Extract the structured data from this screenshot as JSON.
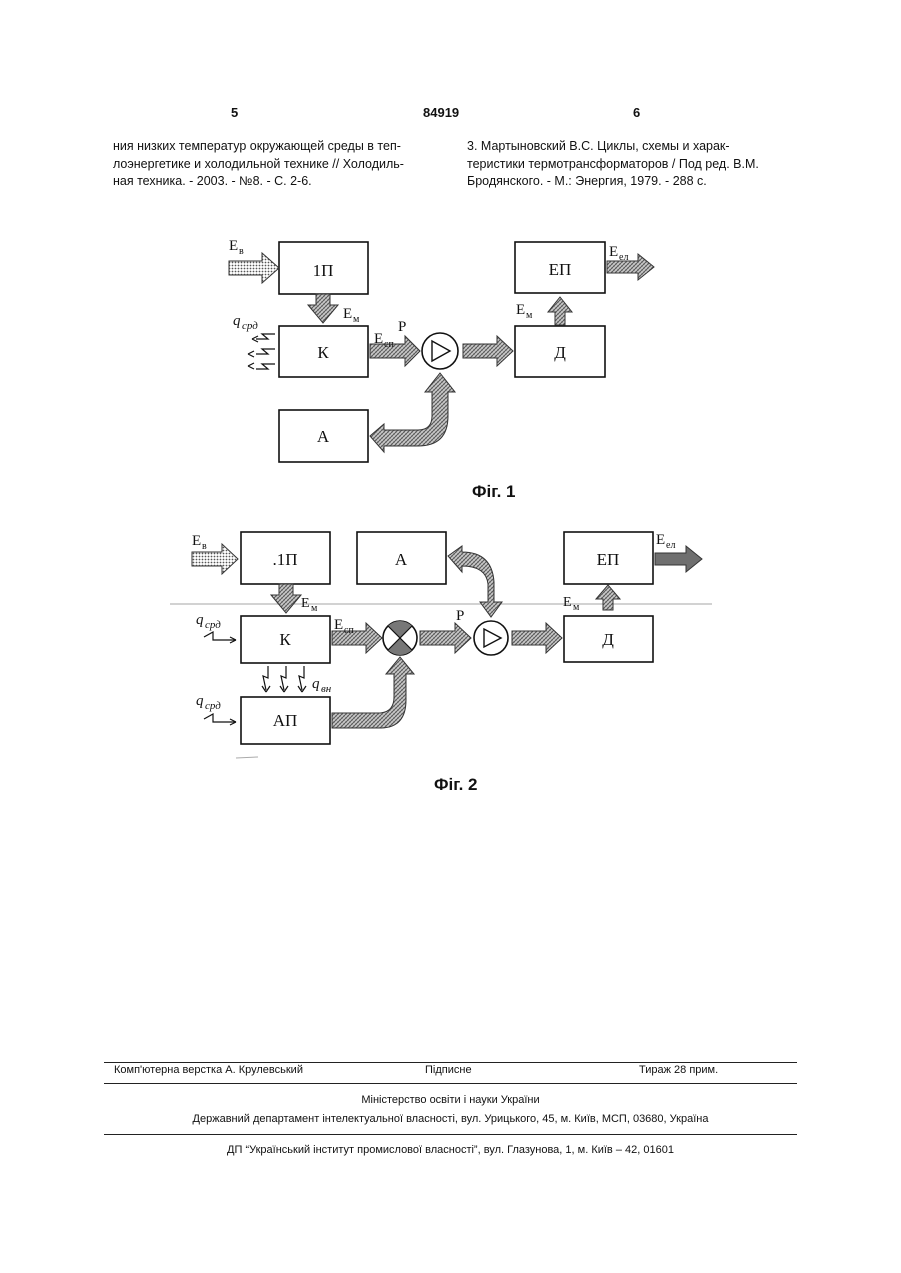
{
  "header": {
    "page_left": "5",
    "patent_number": "84919",
    "page_right": "6"
  },
  "left_column": [
    "ния низких температур окружающей среды в теп-",
    "лоэнергетике и холодильной технике // Холодиль-",
    "ная техника. - 2003. - №8. - С. 2-6."
  ],
  "right_column": [
    "3. Мартыновский В.С. Циклы, схемы и харак-",
    "теристики термотрансформаторов / Под ред. В.М.",
    "Бродянского. - М.: Энергия, 1979. - 288 с."
  ],
  "fig1": {
    "caption": "Фіг. 1",
    "blocks": {
      "p1": "1П",
      "k": "К",
      "a": "А",
      "ep": "ЕП",
      "d": "Д"
    },
    "labels": {
      "ev": "E",
      "ev_sub": "в",
      "em": "E",
      "em_sub": "м",
      "qsrd": "q",
      "qsrd_sub": "срд",
      "esp": "E",
      "esp_sub": "сп",
      "p": "Р",
      "em2": "E",
      "em2_sub": "м",
      "eel": "E",
      "eel_sub": "ел"
    }
  },
  "fig2": {
    "caption": "Фіг. 2",
    "blocks": {
      "p1": ".1П",
      "a": "А",
      "ep": "ЕП",
      "k": "К",
      "d": "Д",
      "ap": "АП"
    },
    "labels": {
      "ev": "E",
      "ev_sub": "в",
      "em": "E",
      "em_sub": "м",
      "em2": "E",
      "em2_sub": "м",
      "eel": "E",
      "eel_sub": "ел",
      "qsrd1": "q",
      "qsrd1_sub": "срд",
      "esp": "E",
      "esp_sub": "сп",
      "p": "Р",
      "qvn": "q",
      "qvn_sub": "вн",
      "qsrd2": "q",
      "qsrd2_sub": "срд"
    }
  },
  "footer": {
    "typesetter": "Комп'ютерна верстка А. Крулевський",
    "signed": "Підписне",
    "circulation": "Тираж 28 прим.",
    "ministry": "Міністерство освіти і науки України",
    "department": "Державний департамент інтелектуальної власності, вул. Урицького, 45, м. Київ, МСП, 03680, Україна",
    "institute": "ДП “Український інститут промислової власності”, вул. Глазунова, 1, м. Київ – 42, 01601"
  }
}
